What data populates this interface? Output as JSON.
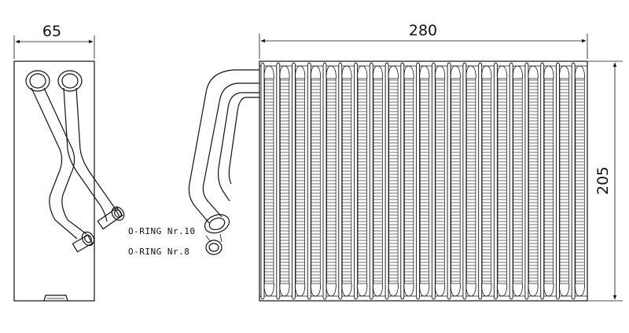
{
  "dimensions": {
    "width_side": "65",
    "width_front": "280",
    "height": "205"
  },
  "labels": {
    "oring_10": "O-RING Nr.10",
    "oring_8": "O-RING Nr.8"
  },
  "colors": {
    "line": "#111111",
    "background": "#ffffff"
  }
}
